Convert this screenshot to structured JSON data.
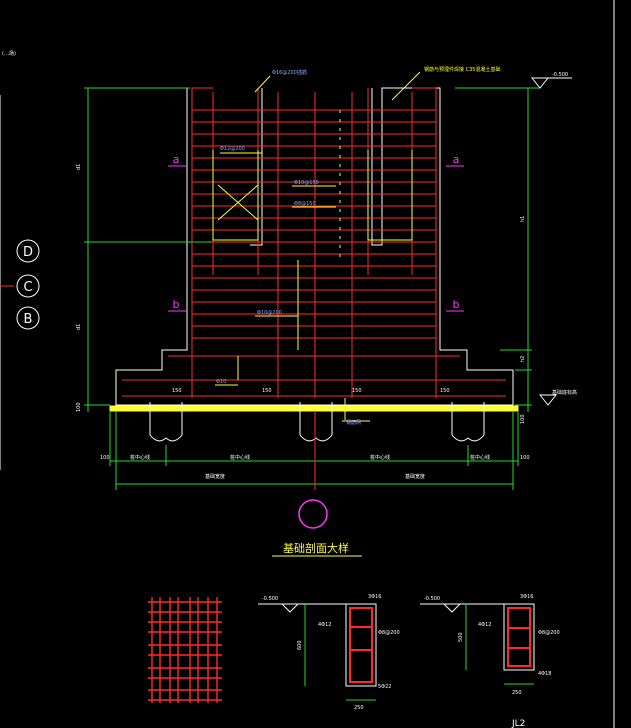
{
  "drawing": {
    "title": "基础剖面大样",
    "corner_label": "(…场)",
    "bottom_right_label": "JL2",
    "colors": {
      "background": "#000000",
      "concrete": "#ffffff",
      "rebar": "#ff2a2a",
      "dimension": "#22dd22",
      "annotation": "#ffff33",
      "section_mark": "#ff33ff",
      "axis_bubble": "#ffffff",
      "pile": "#ffffff"
    },
    "axis_bubbles": [
      "D",
      "C",
      "B"
    ],
    "section_marks": {
      "upper": "a",
      "lower": "b"
    },
    "elevations": {
      "top": "-0.500",
      "right": "基础底标高"
    },
    "main_annotations": {
      "top_left": "Φ16@200插筋",
      "top_right": "钢筋与预埋件焊接 C35混凝土基础",
      "rebar_1": "Φ12@200",
      "rebar_2": "Φ10@150",
      "rebar_3": "Φ8@150",
      "rebar_4": "Φ10@200",
      "rebar_5": "Φ10",
      "bottom_note": "钢筋网"
    },
    "left_dims": [
      "d1",
      "d1",
      "100"
    ],
    "right_dims": [
      "h1",
      "h2",
      "100"
    ],
    "cover_labels": [
      "150",
      "150",
      "150",
      "150"
    ],
    "pile_labels": [
      "桩中心线",
      "桩中心线",
      "桩中心线",
      "桩中心线"
    ],
    "bottom_dims": [
      "100",
      "100"
    ],
    "total_dims": [
      "基础宽度",
      "基础宽度"
    ],
    "detail_1": {
      "elevation": "-0.500",
      "top_bar": "3Φ16",
      "side_bar": "4Φ12",
      "stirrup": "Φ8@200",
      "bottom_bar": "5Φ22",
      "height": "600",
      "width": "250"
    },
    "detail_2": {
      "elevation": "-0.500",
      "top_bar": "3Φ16",
      "side_bar": "4Φ12",
      "stirrup": "Φ8@200",
      "bottom_bar": "4Φ18",
      "height": "500",
      "width": "250"
    }
  }
}
